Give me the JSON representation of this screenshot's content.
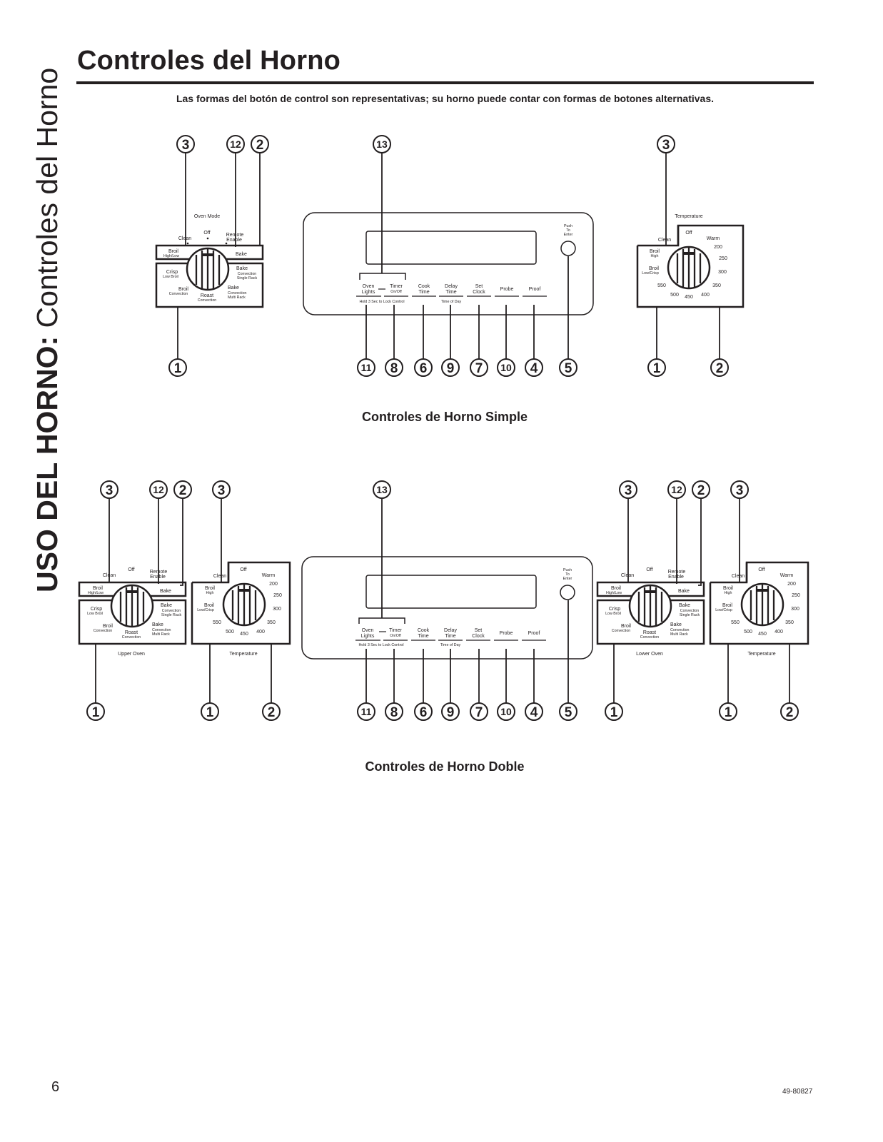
{
  "side_label": {
    "bold": "USO DEL HORNO:",
    "light": " Controles del Horno"
  },
  "title": "Controles del Horno",
  "intro": "Las formas del botón de control son representativas; su horno puede contar con formas de botones alternativas.",
  "captions": {
    "single": "Controles de Horno Simple",
    "double": "Controles de Horno Doble"
  },
  "page_number": "6",
  "doc_code": "49-80827",
  "mode_knob": {
    "title_single": "Oven Mode",
    "title_upper": "Upper Oven",
    "title_lower": "Lower Oven",
    "clean": "Clean",
    "off": "Off",
    "remote1": "Remote",
    "remote2": "Enable",
    "broil1": "Broil",
    "broil2": "High/Low",
    "bake": "Bake",
    "crisp1": "Crisp",
    "crisp2": "Low Broil",
    "bakeconv1": "Bake",
    "bakeconv2": "Convection",
    "bakeconv3": "Single Rack",
    "broilconv1": "Broil",
    "broilconv2": "Convection",
    "roast1": "Roast",
    "roast2": "Convection",
    "bakemulti1": "Bake",
    "bakemulti2": "Convection",
    "bakemulti3": "Multi Rack"
  },
  "temp_knob": {
    "title": "Temperature",
    "clean": "Clean",
    "off": "Off",
    "warm": "Warm",
    "broilhigh1": "Broil",
    "broilhigh2": "High",
    "broillow1": "Broil",
    "broillow2": "Low/Crisp",
    "t200": "200",
    "t250": "250",
    "t300": "300",
    "t350": "350",
    "t400": "400",
    "t450": "450",
    "t500": "500",
    "t550": "550"
  },
  "keypad": {
    "ovenlights1": "Oven",
    "ovenlights2": "Lights",
    "timer1": "Timer",
    "timer2": "On/Off",
    "lock_hint": "Hold 3 Sec to Lock Control",
    "cooktime1": "Cook",
    "cooktime2": "Time",
    "delaytime1": "Delay",
    "delaytime2": "Time",
    "timeofday": "Time of Day",
    "setclock1": "Set",
    "setclock2": "Clock",
    "probe": "Probe",
    "proof": "Proof",
    "push1": "Push",
    "push2": "To",
    "push3": "Enter"
  },
  "callouts": {
    "n1": "1",
    "n2": "2",
    "n3": "3",
    "n4": "4",
    "n5": "5",
    "n6": "6",
    "n7": "7",
    "n8": "8",
    "n9": "9",
    "n10": "10",
    "n11": "11",
    "n12": "12",
    "n13": "13"
  }
}
